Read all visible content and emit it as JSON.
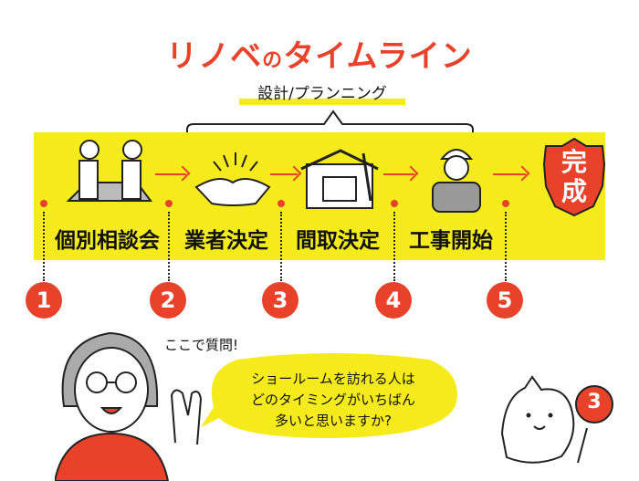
{
  "title": {
    "main": "リノベ",
    "particle": "の",
    "tail": "タイムライン"
  },
  "design_label": "設計/プランニング",
  "steps": [
    {
      "label": "個別相談会",
      "number": "1"
    },
    {
      "label": "業者決定",
      "number": "2"
    },
    {
      "label": "間取決定",
      "number": "3"
    },
    {
      "label": "工事開始",
      "number": "4"
    },
    {
      "label": "",
      "number": "5"
    }
  ],
  "complete": "完成",
  "aside": "ここで質問!",
  "question": {
    "line1": "ショールームを訪れる人は",
    "line2": "どのタイミングがいちばん",
    "line3": "多いと思いますか?"
  },
  "answer_sign": "3",
  "colors": {
    "accent": "#e8432a",
    "band": "#f4ea1c"
  }
}
